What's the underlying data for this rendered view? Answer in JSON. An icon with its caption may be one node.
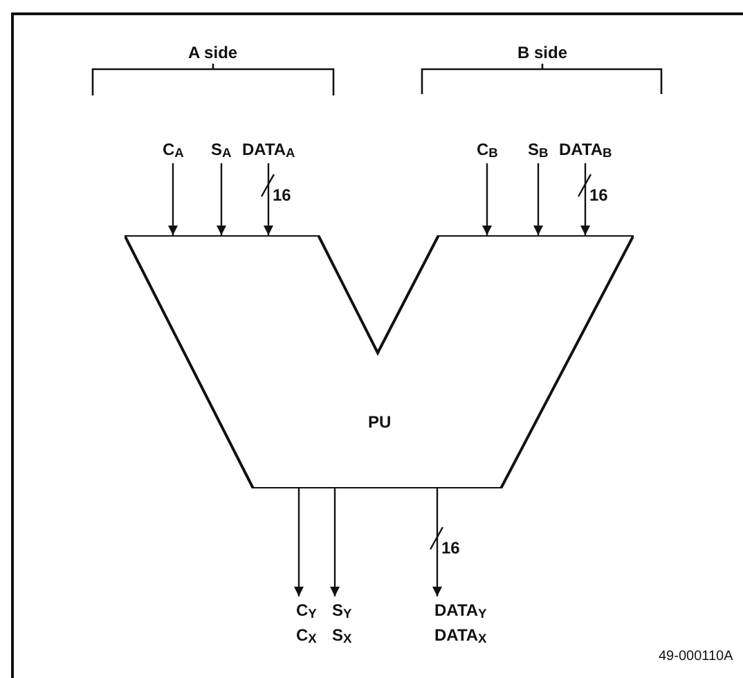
{
  "diagram": {
    "nodes": [
      {
        "text": [
          "PU"
        ]
      },
      {
        "text": [
          "C$_{A}$"
        ]
      },
      {
        "text": [
          "S$_{A}$"
        ]
      },
      {
        "text": [
          "DATA$_{A}$"
        ]
      },
      {
        "text": [
          "C$_{B}$"
        ]
      },
      {
        "text": [
          "S$_{B}$"
        ]
      },
      {
        "text": [
          "DATA$_{B}$"
        ]
      },
      {
        "text": [
          "C$_{Y}$ C$_{X}$"
        ]
      },
      {
        "text": [
          "S$_{Y}$ S$_{X}$"
        ]
      },
      {
        "text": [
          "DATA$_{Y}$ DATA$_{X}$"
        ]
      }
    ],
    "edges": [
      {
        "from": 1,
        "to": 0,
        "arrow": "to"
      },
      {
        "from": 2,
        "to": 0,
        "arrow": "to"
      },
      {
        "from": 3,
        "to": 0,
        "arrow": "to",
        "label": "16"
      },
      {
        "from": 4,
        "to": 0,
        "arrow": "to"
      },
      {
        "from": 5,
        "to": 0,
        "arrow": "to"
      },
      {
        "from": 6,
        "to": 0,
        "arrow": "to",
        "label": "16"
      },
      {
        "from": 0,
        "to": 7,
        "arrow": "to"
      },
      {
        "from": 0,
        "to": 8,
        "arrow": "to"
      },
      {
        "from": 0,
        "to": 9,
        "arrow": "to",
        "label": "16"
      }
    ],
    "labels": [
      "A side",
      "B side",
      "49-000110A"
    ]
  }
}
